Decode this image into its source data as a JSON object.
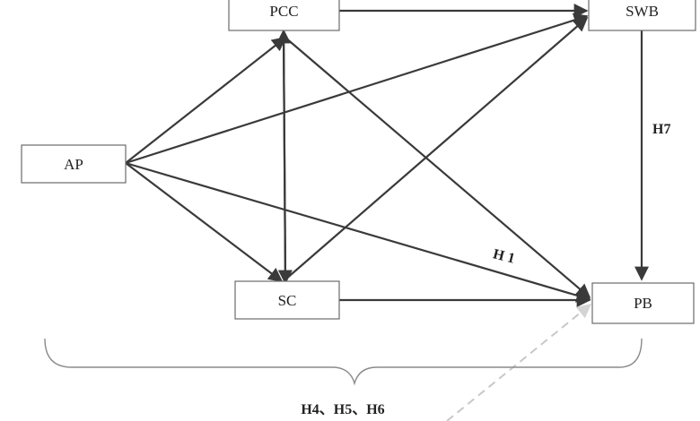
{
  "nodes": {
    "pcc": "PCC",
    "swb": "SWB",
    "ap": "AP",
    "sc": "SC",
    "pb": "PB"
  },
  "labels": {
    "h7": "H7",
    "h1": "H 1",
    "h456": "H4、H5、H6"
  },
  "colors": {
    "arrow": "#3a3a3a",
    "box_border": "#6b6b6b",
    "brace": "#8a8a8a",
    "dashed": "#c8c8c8"
  }
}
